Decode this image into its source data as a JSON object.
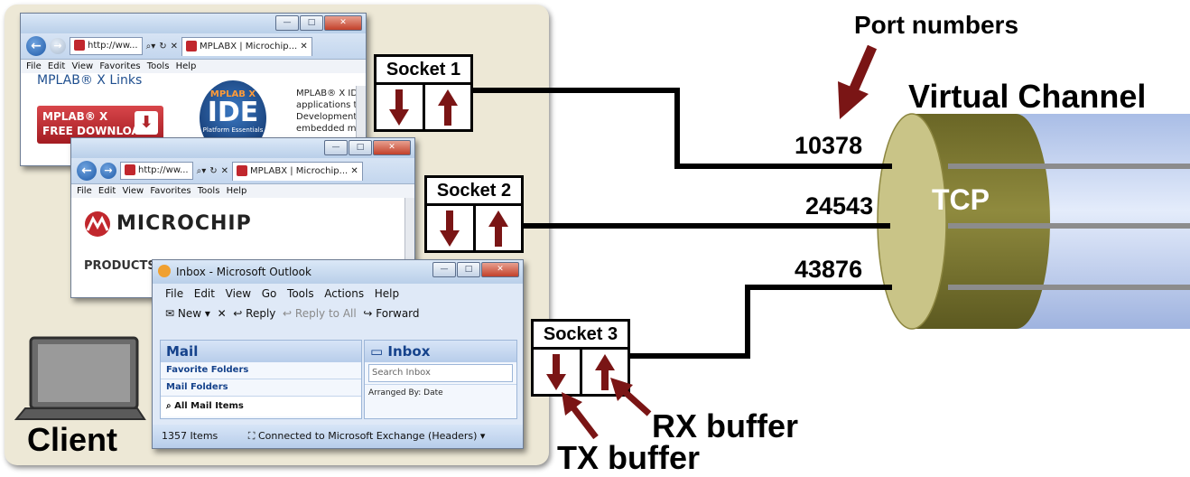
{
  "client": {
    "label": "Client"
  },
  "browser1": {
    "address": "http://ww...",
    "tab_label": "MPLABX | Microchip...",
    "menu": [
      "File",
      "Edit",
      "View",
      "Favorites",
      "Tools",
      "Help"
    ],
    "links_title": "MPLAB® X Links",
    "download_button": {
      "line1": "MPLAB® X",
      "line2": "FREE DOWNLOAD"
    },
    "logo": {
      "main": "IDE",
      "sub": "Platform Essentials",
      "badge": "MPLAB X"
    },
    "description_lines": [
      "MPLAB® X IDE",
      "applications t",
      "Development",
      "embedded m"
    ]
  },
  "browser2": {
    "address": "http://ww...",
    "tab_label": "MPLABX | Microchip...",
    "menu": [
      "File",
      "Edit",
      "View",
      "Favorites",
      "Tools",
      "Help"
    ],
    "brand": "MICROCHIP",
    "products": "PRODUCTS"
  },
  "outlook": {
    "title": "Inbox - Microsoft Outlook",
    "menu": [
      "File",
      "Edit",
      "View",
      "Go",
      "Tools",
      "Actions",
      "Help"
    ],
    "toolbar": {
      "new": "New",
      "reply": "Reply",
      "reply_all": "Reply to All",
      "forward": "Forward"
    },
    "mail_header": "Mail",
    "favorite_folders": "Favorite Folders",
    "mail_folders": "Mail Folders",
    "all_mail_items": "All Mail Items",
    "inbox_title": "Inbox",
    "search_placeholder": "Search Inbox",
    "arranged_by": "Arranged By: Date",
    "status_items": "1357 Items",
    "status_connection": "Connected to Microsoft Exchange (Headers)"
  },
  "sockets": [
    {
      "label": "Socket 1",
      "port": "10378"
    },
    {
      "label": "Socket 2",
      "port": "24543"
    },
    {
      "label": "Socket 3",
      "port": "43876"
    }
  ],
  "labels": {
    "port_numbers": "Port numbers",
    "virtual_channel": "Virtual Channel",
    "tcp": "TCP",
    "rx_buffer": "RX buffer",
    "tx_buffer": "TX buffer"
  },
  "colors": {
    "arrow": "#7a1515",
    "tcp_band": "#7e7a30",
    "channel": "#c9d8f3"
  }
}
